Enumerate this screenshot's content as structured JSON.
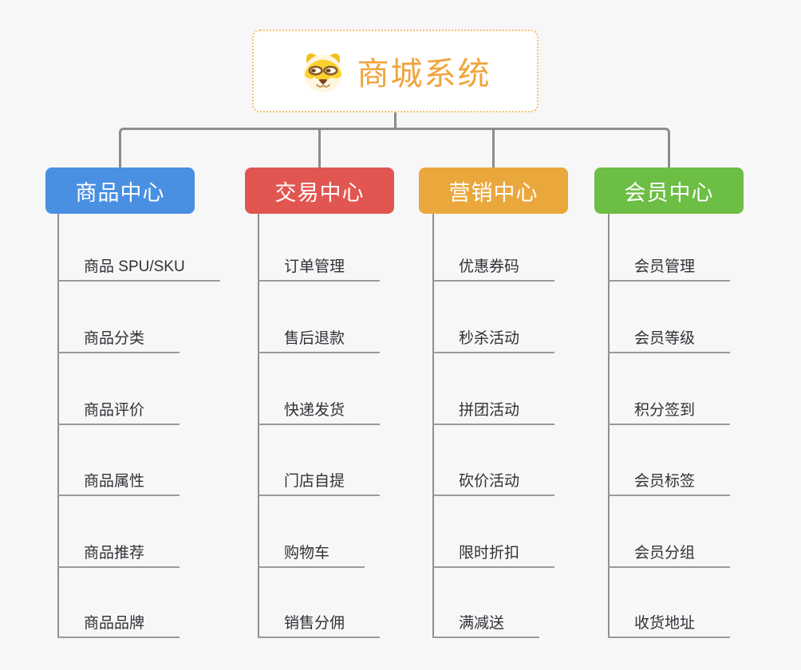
{
  "root": {
    "title": "商城系统",
    "icon": "dog-face-icon"
  },
  "branches": [
    {
      "label": "商品中心",
      "color": "#4a90e2",
      "items": [
        "商品 SPU/SKU",
        "商品分类",
        "商品评价",
        "商品属性",
        "商品推荐",
        "商品品牌"
      ]
    },
    {
      "label": "交易中心",
      "color": "#e25652",
      "items": [
        "订单管理",
        "售后退款",
        "快递发货",
        "门店自提",
        "购物车",
        "销售分佣"
      ]
    },
    {
      "label": "营销中心",
      "color": "#eaa73c",
      "items": [
        "优惠券码",
        "秒杀活动",
        "拼团活动",
        "砍价活动",
        "限时折扣",
        "满减送"
      ]
    },
    {
      "label": "会员中心",
      "color": "#6cbe45",
      "items": [
        "会员管理",
        "会员等级",
        "积分签到",
        "会员标签",
        "会员分组",
        "收货地址"
      ]
    }
  ],
  "colors": {
    "background": "#f7f7f7",
    "connector": "#8c8c8c",
    "leaf_underline": "#9a9a9a",
    "leaf_text": "#2f3237",
    "root_text": "#f0a43b",
    "root_border": "#f4c06e",
    "root_background": "#ffffff"
  }
}
